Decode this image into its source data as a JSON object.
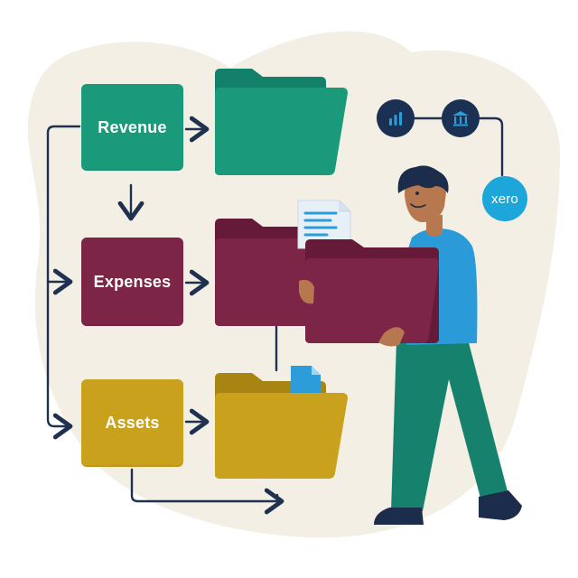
{
  "categories": [
    {
      "id": "revenue",
      "label": "Revenue",
      "color": "#1a9a7a"
    },
    {
      "id": "expenses",
      "label": "Expenses",
      "color": "#7d2546"
    },
    {
      "id": "assets",
      "label": "Assets",
      "color": "#c9a11d"
    }
  ],
  "integration": {
    "label": "xero",
    "color": "#1ca6d9",
    "icons": [
      "bar-chart-icon",
      "bank-icon"
    ],
    "icon_node_color": "#1b3153"
  },
  "colors": {
    "background_blob": "#f3efe4",
    "connector": "#1f3150",
    "revenue_folder": "#1a9a7a",
    "revenue_folder_back": "#13806a",
    "expenses_folder": "#7d2546",
    "expenses_folder_back": "#651a37",
    "assets_folder": "#c9a11d",
    "assets_folder_back": "#a88412",
    "person_shirt": "#2a9ad8",
    "person_pants": "#16826d",
    "person_skin": "#b8784f",
    "person_hair": "#1c2d4c",
    "document": "#e8f0f7",
    "document_line": "#2c9dd8"
  }
}
